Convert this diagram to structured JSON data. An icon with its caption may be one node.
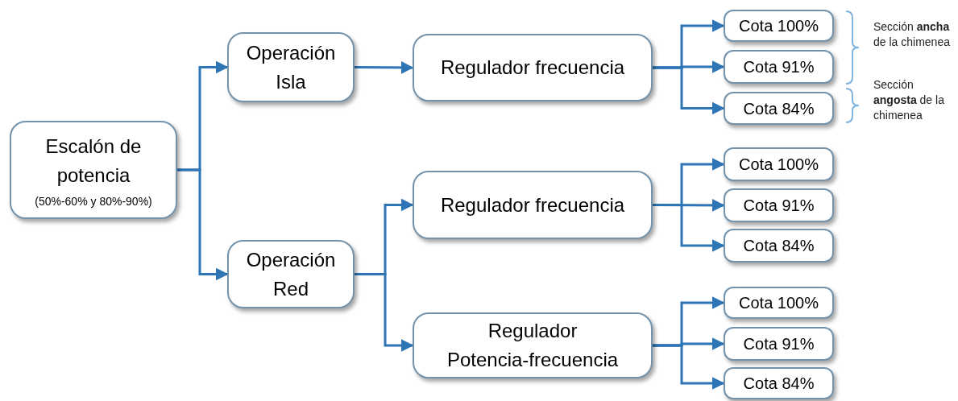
{
  "diagram": {
    "nodes": [
      {
        "text": [
          "Escalón de potencia",
          "(50%-60% y 80%-90%)"
        ]
      },
      {
        "text": [
          "Operación Isla"
        ]
      },
      {
        "text": [
          "Operación Red"
        ]
      },
      {
        "text": [
          "Regulador frecuencia"
        ]
      },
      {
        "text": [
          "Regulador frecuencia"
        ]
      },
      {
        "text": [
          "Regulador Potencia-frecuencia"
        ]
      },
      {
        "text": [
          "Cota 100%"
        ]
      },
      {
        "text": [
          "Cota 91%"
        ]
      },
      {
        "text": [
          "Cota 84%"
        ]
      },
      {
        "text": [
          "Cota 100%"
        ]
      },
      {
        "text": [
          "Cota 91%"
        ]
      },
      {
        "text": [
          "Cota 84%"
        ]
      },
      {
        "text": [
          "Cota 100%"
        ]
      },
      {
        "text": [
          "Cota 91%"
        ]
      },
      {
        "text": [
          "Cota 84%"
        ]
      }
    ],
    "edges": [
      {
        "from": 0,
        "to": 1,
        "arrow": "to"
      },
      {
        "from": 0,
        "to": 2,
        "arrow": "to"
      },
      {
        "from": 1,
        "to": 3,
        "arrow": "to"
      },
      {
        "from": 2,
        "to": 4,
        "arrow": "to"
      },
      {
        "from": 2,
        "to": 5,
        "arrow": "to"
      },
      {
        "from": 3,
        "to": 6,
        "arrow": "to"
      },
      {
        "from": 3,
        "to": 7,
        "arrow": "to"
      },
      {
        "from": 3,
        "to": 8,
        "arrow": "to"
      },
      {
        "from": 4,
        "to": 9,
        "arrow": "to"
      },
      {
        "from": 4,
        "to": 10,
        "arrow": "to"
      },
      {
        "from": 4,
        "to": 11,
        "arrow": "to"
      },
      {
        "from": 5,
        "to": 12,
        "arrow": "to"
      },
      {
        "from": 5,
        "to": 13,
        "arrow": "to"
      },
      {
        "from": 5,
        "to": 14,
        "arrow": "to"
      }
    ],
    "labels": [
      "Sección **ancha** de la chimenea",
      "Sección **angosta** de la chimenea"
    ]
  }
}
